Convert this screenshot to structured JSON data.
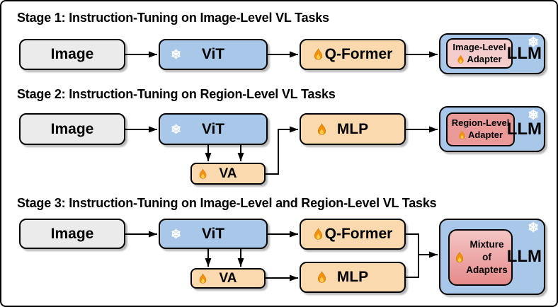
{
  "colors": {
    "frame_bg": "#ffffff",
    "box_border": "#000000",
    "blue": "#a9c7e8",
    "peach": "#fbd9ae",
    "gray": "#ebebeb",
    "pink": "#f5cccc",
    "red": "#ea9999",
    "mixture_top": "#f4c5c5",
    "mixture_bottom": "#e68b8b",
    "flame_orange": "#f4900c",
    "flame_inner": "#ffcc4d",
    "snowflake_white": "#ffffff"
  },
  "icons": {
    "snowflake": "❄"
  },
  "stage1": {
    "title": "Stage 1: Instruction-Tuning on Image-Level VL Tasks",
    "image": "Image",
    "vit": "ViT",
    "qformer": "Q-Former",
    "llm": "LLM",
    "adapter_line1": "Image-Level",
    "adapter_line2": "Adapter"
  },
  "stage2": {
    "title": "Stage 2: Instruction-Tuning on Region-Level VL Tasks",
    "image": "Image",
    "vit": "ViT",
    "va": "VA",
    "mlp": "MLP",
    "llm": "LLM",
    "adapter_line1": "Region-Level",
    "adapter_line2": "Adapter"
  },
  "stage3": {
    "title": "Stage 3: Instruction-Tuning on Image-Level and Region-Level VL Tasks",
    "image": "Image",
    "vit": "ViT",
    "va": "VA",
    "qformer": "Q-Former",
    "mlp": "MLP",
    "llm": "LLM",
    "mixture_line1": "Mixture",
    "mixture_line2": "of",
    "mixture_line3": "Adapters"
  }
}
